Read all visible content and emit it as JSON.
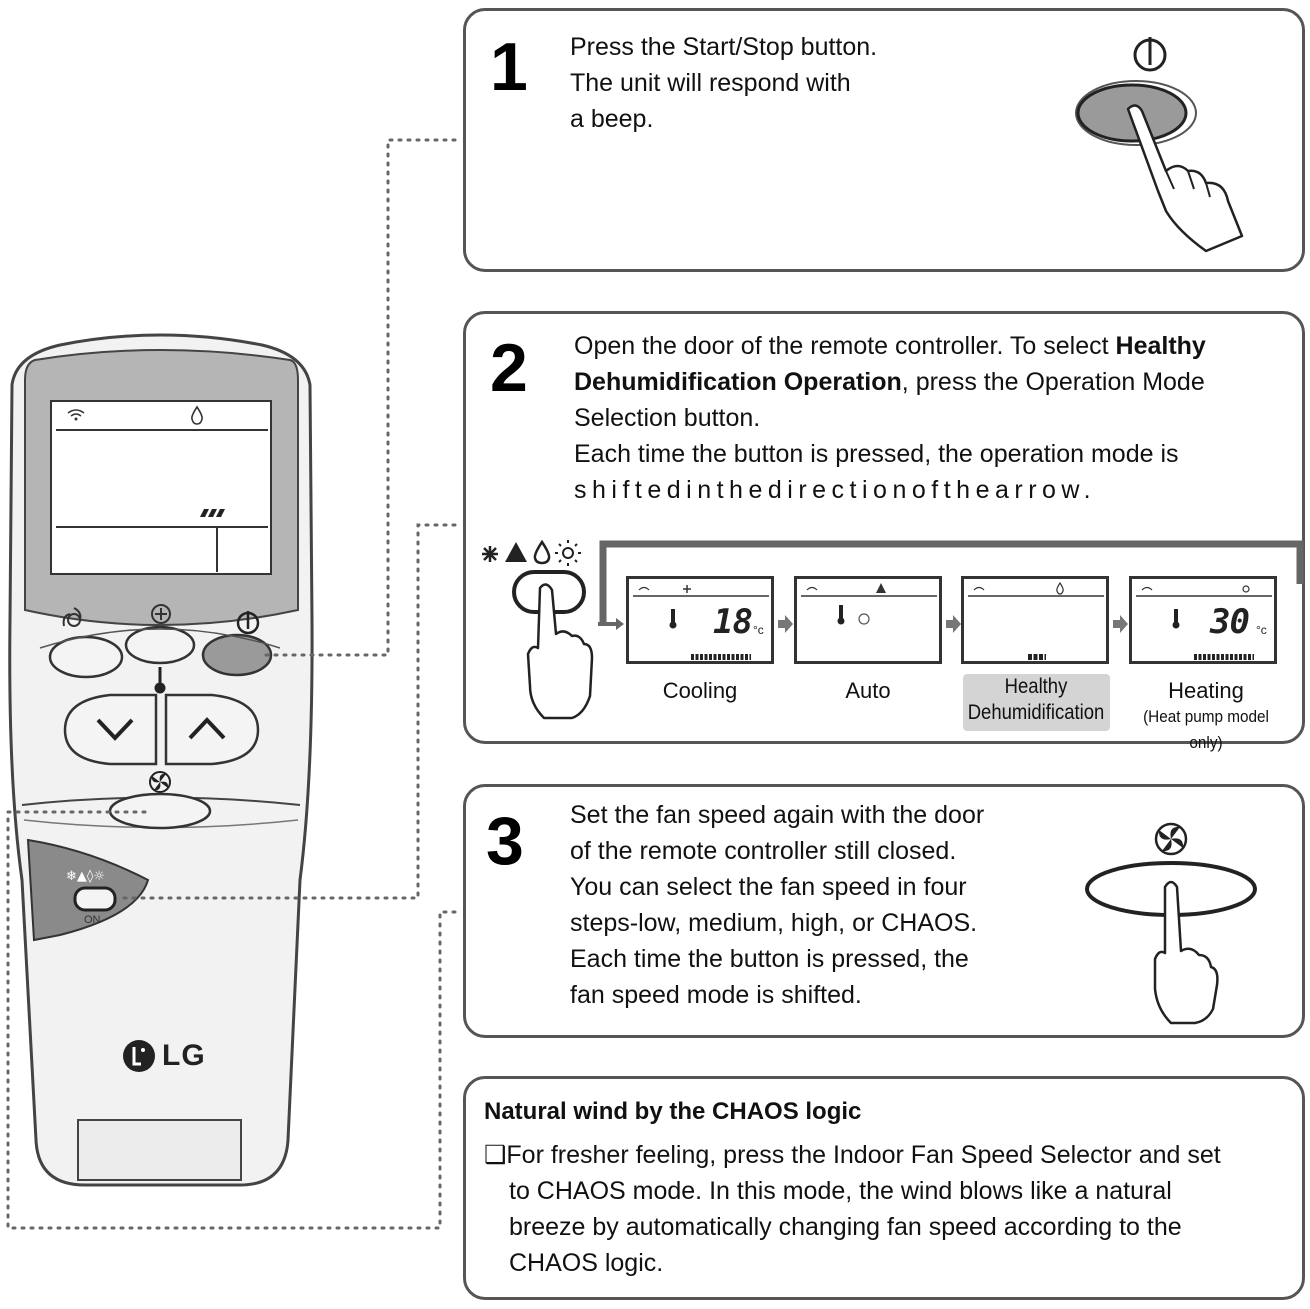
{
  "remote": {
    "brand": "LG",
    "door_button_label": "ON"
  },
  "steps": [
    {
      "number": "1",
      "lines": [
        "Press the Start/Stop button.",
        "The unit will respond with",
        "a beep."
      ]
    },
    {
      "number": "2",
      "line1_pre": "Open the door of the remote controller. To select ",
      "line1_bold": "Healthy",
      "line2_bold": "Dehumidification Operation",
      "line2_post": ", press the Operation Mode",
      "line3": "Selection button.",
      "line4": "Each time the button is pressed, the operation mode is",
      "line5": "shiftedinthedirectionofthearrow."
    },
    {
      "number": "3",
      "lines": [
        "Set the fan speed again with the door",
        "of the remote controller still closed.",
        "You can select the fan speed in four",
        "steps-low, medium, high, or CHAOS.",
        "Each time the button is pressed, the",
        "fan speed mode is shifted."
      ]
    }
  ],
  "modes": [
    {
      "label": "Cooling",
      "display_value": "18",
      "unit": "°c",
      "highlighted": false
    },
    {
      "label": "Auto",
      "display_value": "",
      "unit": "",
      "highlighted": false
    },
    {
      "label": "Healthy",
      "label2": "Dehumidification",
      "display_value": "",
      "unit": "",
      "highlighted": true
    },
    {
      "label": "Heating",
      "sublabel": "(Heat pump model only)",
      "display_value": "30",
      "unit": "°c",
      "highlighted": false
    }
  ],
  "note": {
    "title": "Natural wind by the CHAOS logic",
    "lines": [
      "❑For fresher feeling, press the Indoor Fan Speed Selector and set",
      "to CHAOS mode. In this mode, the wind blows like a natural",
      "breeze by automatically changing fan speed according to the",
      "CHAOS logic."
    ]
  },
  "icons": {
    "start_stop": "power-icon",
    "fan": "fan-icon",
    "cool": "snowflake-icon",
    "auto": "auto-icon",
    "dehumidify": "droplet-icon",
    "heat": "sun-icon"
  },
  "colors": {
    "border": "#555555",
    "highlight": "#d4d4d4",
    "button_pressed": "#9a9a9a"
  }
}
